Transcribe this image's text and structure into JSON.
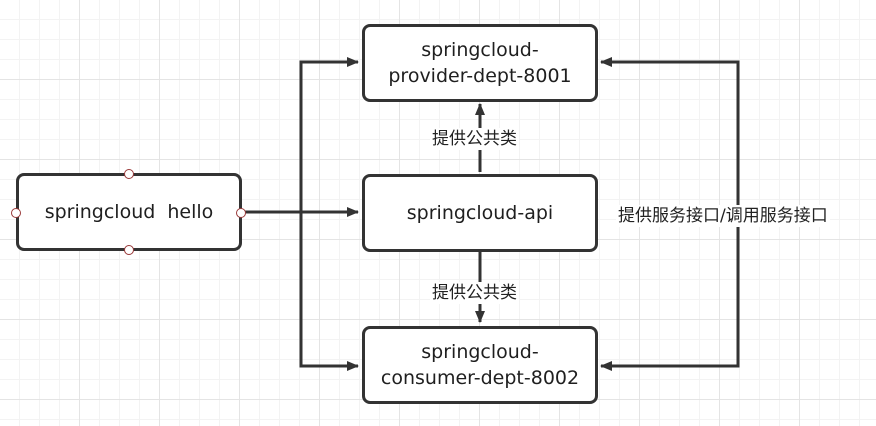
{
  "nodes": {
    "hello": {
      "label": "springcloud  hello"
    },
    "provider": {
      "line1": "springcloud-",
      "line2": "provider-dept-8001"
    },
    "api": {
      "label": "springcloud-api"
    },
    "consumer": {
      "line1": "springcloud-",
      "line2": "consumer-dept-8002"
    }
  },
  "edge_labels": {
    "api_to_provider": "提供公共类",
    "api_to_consumer": "提供公共类",
    "provider_consumer": "提供服务接口/调用服务接口"
  },
  "colors": {
    "line": "#333333",
    "box_border": "#333333",
    "handle": "#9a3a3a"
  }
}
